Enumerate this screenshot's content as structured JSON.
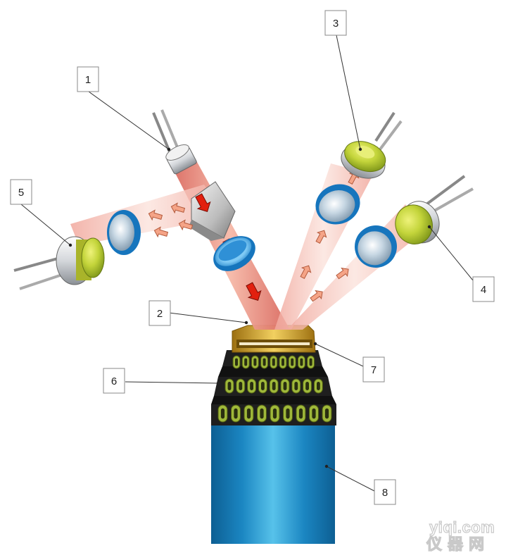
{
  "labels": {
    "l1": "1",
    "l2": "2",
    "l3": "3",
    "l4": "4",
    "l5": "5",
    "l6": "6",
    "l7": "7",
    "l8": "8"
  },
  "watermark": {
    "line1": "yiqi.com",
    "line2": "仪器网"
  },
  "colors": {
    "beam": "#e8736a",
    "arrow": "#e02010",
    "lens": "#3a9ad8",
    "housing": "#c8a02a",
    "ferrule": "#1c1c1c",
    "fiber_core": "#b8c850",
    "cable": "#1e90c8"
  }
}
